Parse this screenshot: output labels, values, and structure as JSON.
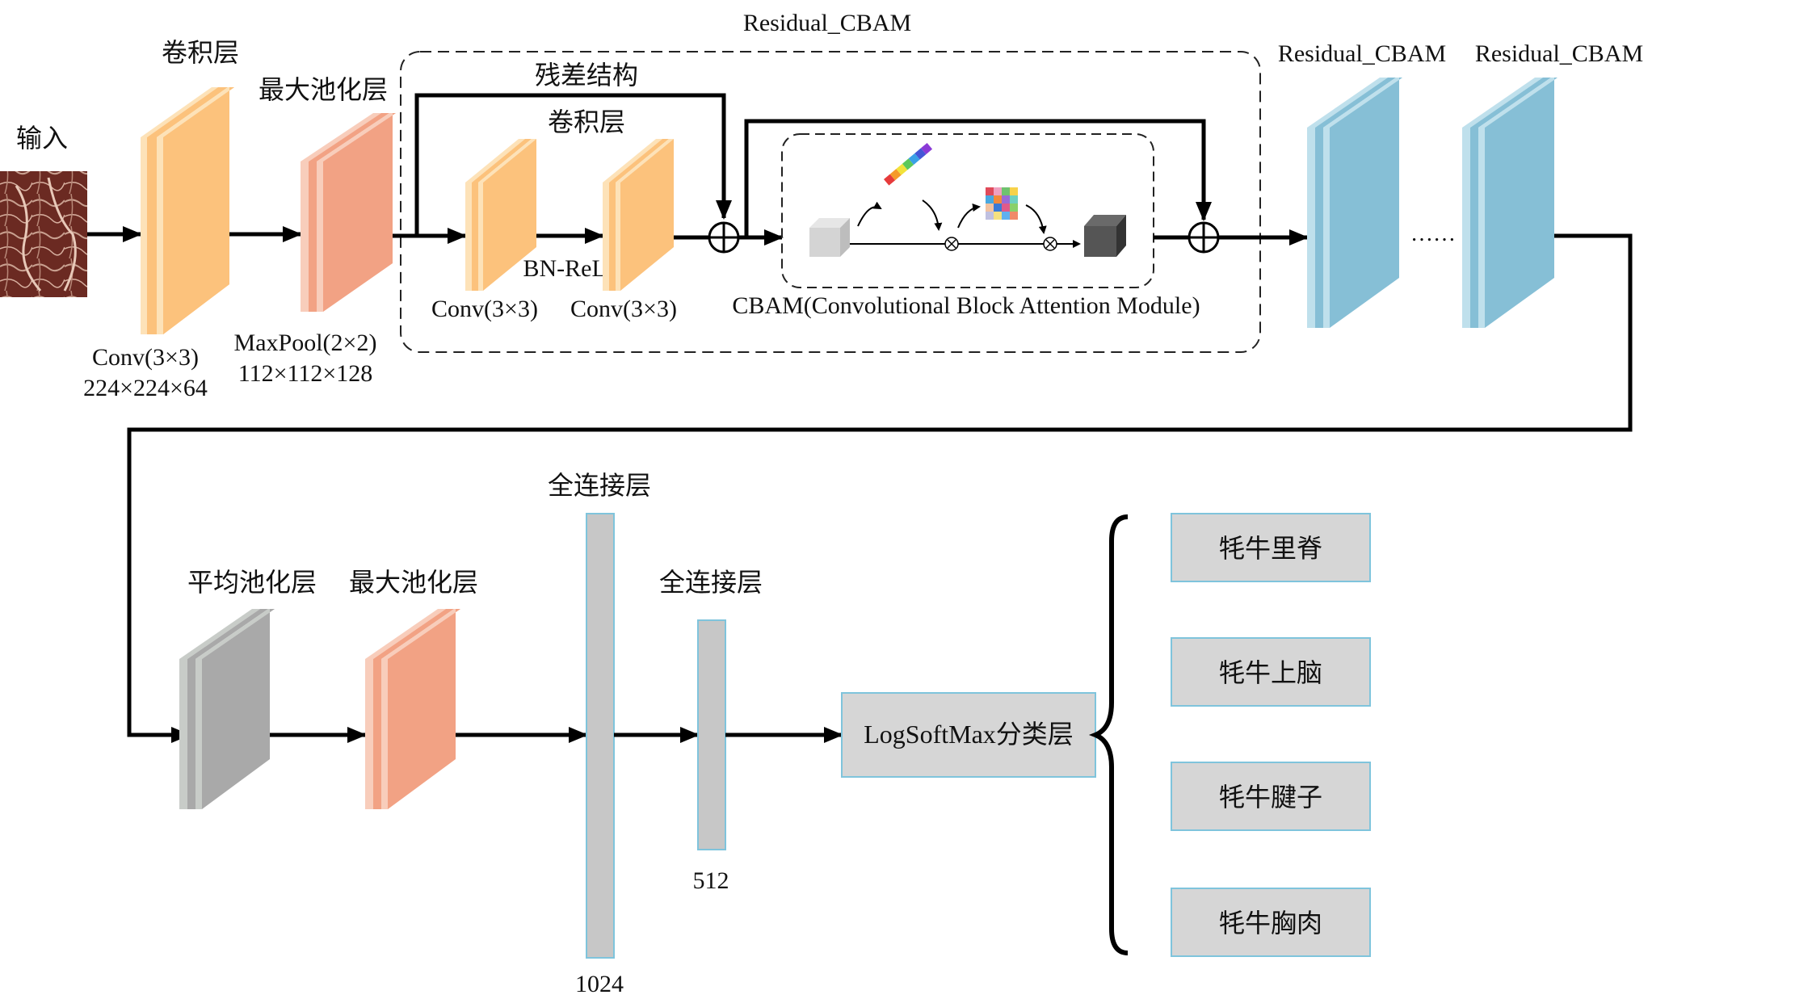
{
  "top_row": {
    "input_label": "输入",
    "conv_layer": {
      "title": "卷积层",
      "line1": "Conv(3×3)",
      "line2": "224×224×64"
    },
    "maxpool_layer": {
      "title": "最大池化层",
      "line1": "MaxPool(2×2)",
      "line2": "112×112×128"
    },
    "residual_block": {
      "title": "Residual_CBAM",
      "skip_label": "残差结构",
      "conv_title": "卷积层",
      "bn_relu": "BN-ReLU",
      "conv1": "Conv(3×3)",
      "conv2": "Conv(3×3)",
      "cbam_label": "CBAM(Convolutional Block Attention Module)"
    },
    "residual_cbam_2": "Residual_CBAM",
    "residual_cbam_3": "Residual_CBAM",
    "ellipsis": "……"
  },
  "bottom_row": {
    "avgpool_title": "平均池化层",
    "maxpool_title": "最大池化层",
    "fc1": {
      "title": "全连接层",
      "size": "1024"
    },
    "fc2": {
      "title": "全连接层",
      "size": "512"
    },
    "classifier": "LogSoftMax分类层",
    "classes": [
      "牦牛里脊",
      "牦牛上脑",
      "牦牛腱子",
      "牦牛胸肉"
    ]
  },
  "colors": {
    "conv": "#fcc27c",
    "maxpool": "#f2a284",
    "residual": "#86bfd6",
    "avgpool": "#a9a9a9",
    "fc": "#c7c7c7",
    "class_box": "#d6d6d6",
    "class_border": "#7fc4dc",
    "meat": "#6b2a22"
  }
}
